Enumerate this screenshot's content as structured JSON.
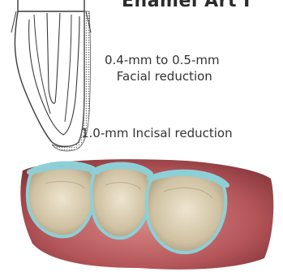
{
  "title": "Enamel Art I",
  "labels": {
    "facial_line1": "0.4-mm to 0.5-mm",
    "facial_line2": "Facial reduction",
    "incisal": "1.0-mm Incisal reduction"
  },
  "colors": {
    "outline": "#3a3a3a",
    "reduction_shading": "#9a9a9a",
    "gingiva": "#b5565a",
    "tooth": "#d9cdb2",
    "enamel_reduction": "#8ecfd6"
  },
  "icons": [
    "tooth-section-diagram",
    "tooth-arch-illustration"
  ]
}
